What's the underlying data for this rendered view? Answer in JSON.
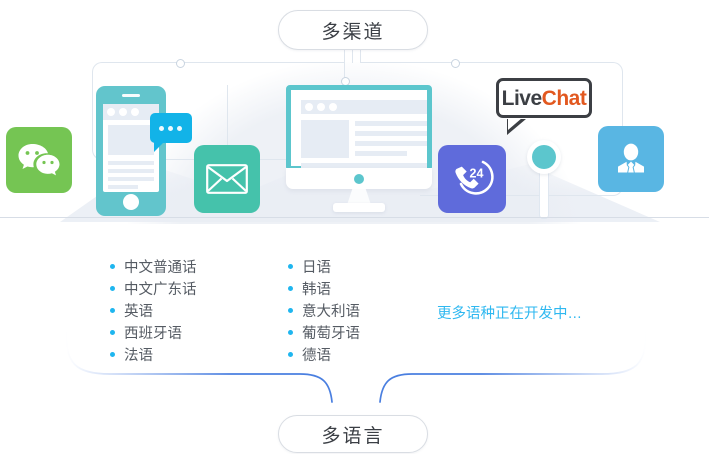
{
  "top_pill": {
    "label": "多渠道"
  },
  "bottom_pill": {
    "label": "多语言"
  },
  "channels": [
    {
      "name": "wechat",
      "icon": "wechat-icon",
      "color": "#75c553"
    },
    {
      "name": "mobile",
      "icon": "smartphone-icon",
      "color": "#62c5cc"
    },
    {
      "name": "chat",
      "icon": "chat-bubble-icon",
      "color": "#12b3e8"
    },
    {
      "name": "email",
      "icon": "envelope-icon",
      "color": "#45c2ab"
    },
    {
      "name": "web",
      "icon": "desktop-monitor-icon",
      "color": "#5cc6cd"
    },
    {
      "name": "livechat",
      "icon": "livechat-logo-icon",
      "color": "#e2581f"
    },
    {
      "name": "hotline",
      "icon": "phone-24h-icon",
      "color": "#5f6bdb"
    },
    {
      "name": "location",
      "icon": "map-pin-icon",
      "color": "#5cc6cd"
    },
    {
      "name": "agent",
      "icon": "agent-person-icon",
      "color": "#59b6e3"
    }
  ],
  "livechat_logo": {
    "part1": "Live",
    "part2": "Chat"
  },
  "phone_badge": {
    "label": "24"
  },
  "languages": {
    "column1": [
      "中文普通话",
      "中文广东话",
      "英语",
      "西班牙语",
      "法语"
    ],
    "column2": [
      "日语",
      "韩语",
      "意大利语",
      "葡萄牙语",
      "德语"
    ],
    "more_label": "更多语种正在开发中…"
  },
  "colors": {
    "accent_blue": "#1fb6ef",
    "more_text": "#2fb8f0",
    "brace": "#4a7fe0",
    "text": "#555b63",
    "pill_text": "#3b3f45"
  }
}
